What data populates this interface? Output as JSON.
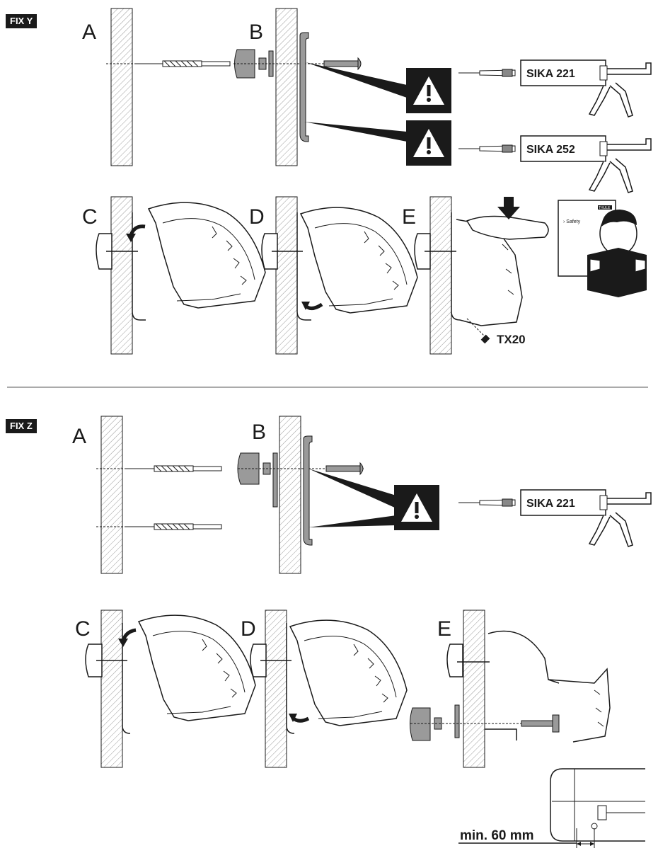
{
  "sections": [
    {
      "badge": "FIX Y",
      "steps": [
        "A",
        "B",
        "C",
        "D",
        "E"
      ],
      "sealants": [
        "SIKA 221",
        "SIKA 252"
      ],
      "screw_label": "TX20",
      "manual_label": "› Safety",
      "manual_brand": "THULE"
    },
    {
      "badge": "FIX Z",
      "steps": [
        "A",
        "B",
        "C",
        "D",
        "E"
      ],
      "sealants": [
        "SIKA 221"
      ],
      "distance_label": "min. 60 mm"
    }
  ],
  "colors": {
    "ink": "#1a1a1a",
    "grey_part": "#9a9a9a",
    "warning_bg": "#1a1a1a"
  },
  "icons": [
    "warning-icon",
    "drill-bit-icon",
    "caulking-gun-icon",
    "hand-icon",
    "arrow-down-icon",
    "reader-icon"
  ]
}
